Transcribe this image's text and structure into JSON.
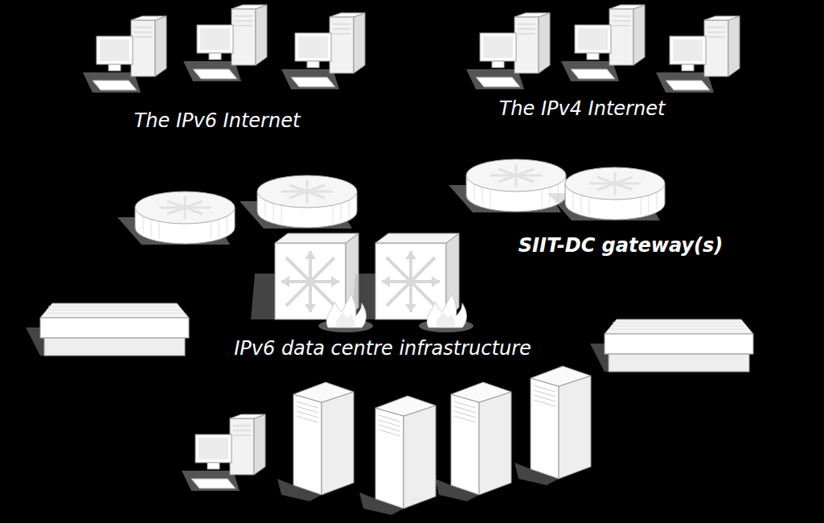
{
  "diagram": {
    "nodes": [
      {
        "text": [
          "The IPv6 Internet"
        ]
      },
      {
        "text": [
          "The IPv4 Internet"
        ]
      },
      {
        "text": [
          "IPv6 data centre infrastructure"
        ]
      }
    ],
    "edges": [],
    "labels": [
      "SIIT-DC gateway(s)"
    ]
  }
}
